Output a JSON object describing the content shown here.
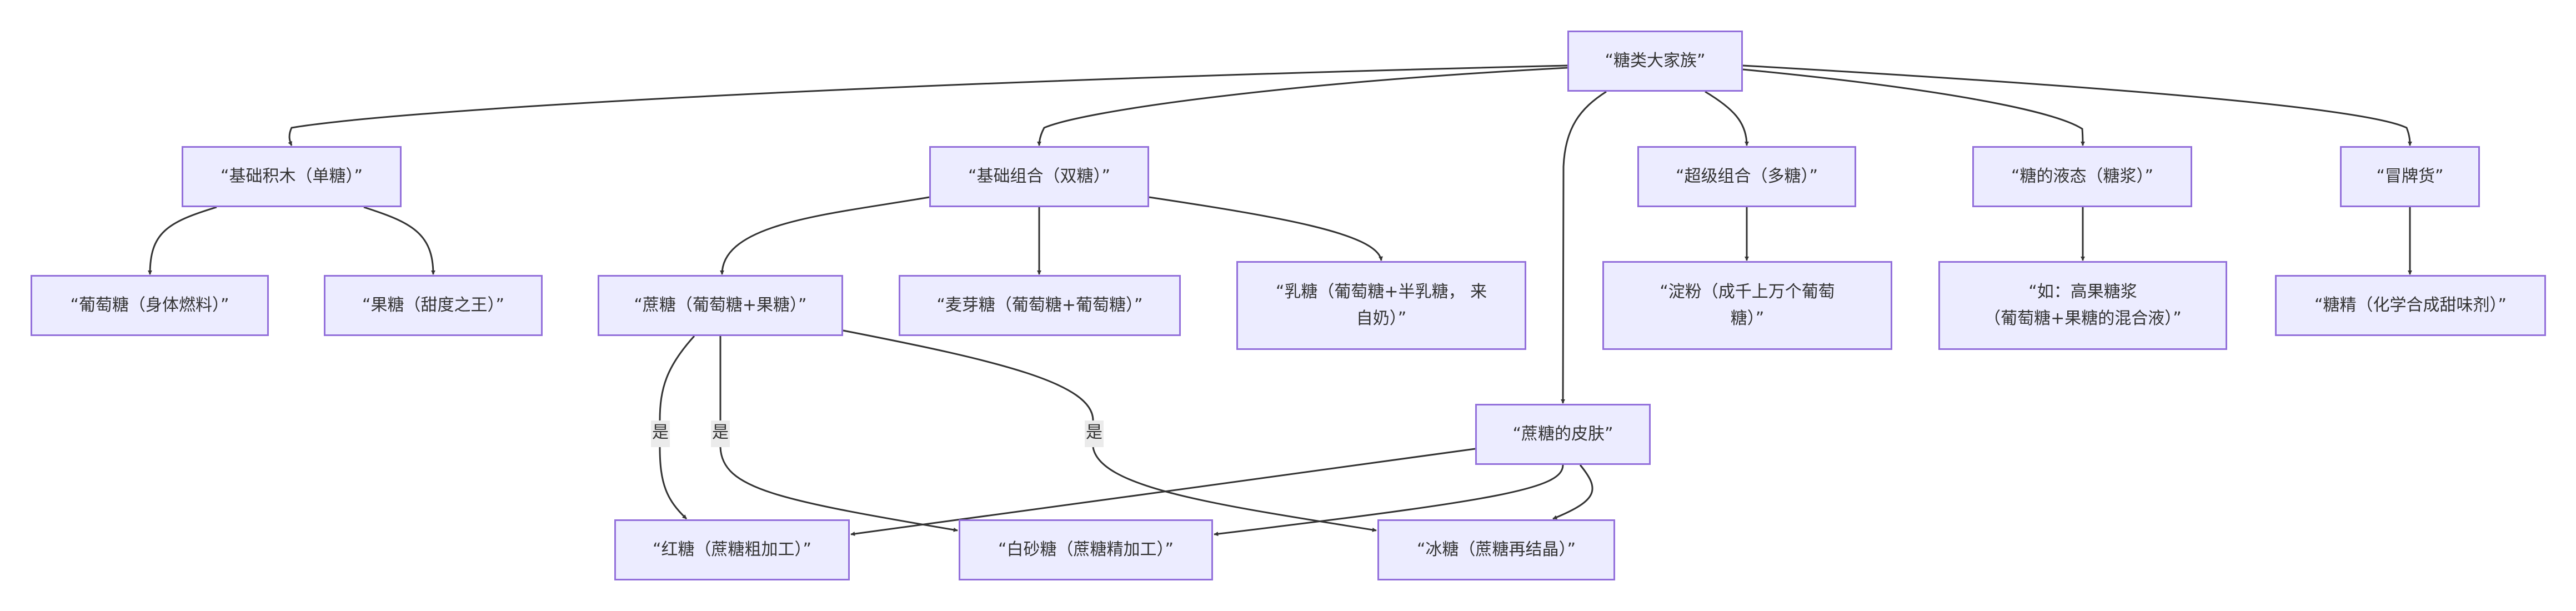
{
  "diagram": {
    "type": "flowchart",
    "nodes": [
      {
        "id": "root",
        "label": "“糖类大家族”"
      },
      {
        "id": "mono",
        "label": "“基础积木（单糖）”"
      },
      {
        "id": "di",
        "label": "“基础组合（双糖）”"
      },
      {
        "id": "poly",
        "label": "“超级组合（多糖）”"
      },
      {
        "id": "syrup",
        "label": "“糖的液态（糖浆）”"
      },
      {
        "id": "fake",
        "label": "“冒牌货”"
      },
      {
        "id": "glucose",
        "label": "“葡萄糖（身体燃料）”"
      },
      {
        "id": "fructose",
        "label": "“果糖（甜度之王）”"
      },
      {
        "id": "sucrose",
        "label": "“蔗糖（葡萄糖+果糖）”"
      },
      {
        "id": "maltose",
        "label": "“麦芽糖（葡萄糖+葡萄糖）”"
      },
      {
        "id": "lactose",
        "label": "“乳糖（葡萄糖+半乳糖， 来自奶）”"
      },
      {
        "id": "starch",
        "label": "“淀粉（成千上万个葡萄糖）”"
      },
      {
        "id": "hfcs",
        "label": "“如：高果糖浆（葡萄糖+果糖的混合液）”"
      },
      {
        "id": "saccharin",
        "label": "“糖精（化学合成甜味剂）”"
      },
      {
        "id": "skin",
        "label": "“蔗糖的皮肤”"
      },
      {
        "id": "brown",
        "label": "“红糖（蔗糖粗加工）”"
      },
      {
        "id": "white",
        "label": "“白砂糖（蔗糖精加工）”"
      },
      {
        "id": "rock",
        "label": "“冰糖（蔗糖再结晶）”"
      }
    ],
    "node_lines": {
      "lactose": [
        "“乳糖（葡萄糖+半乳糖， 来",
        "自奶）”"
      ],
      "starch": [
        "“淀粉（成千上万个葡萄",
        "糖）”"
      ],
      "hfcs": [
        "“如：高果糖浆",
        "（葡萄糖+果糖的混合液）”"
      ]
    },
    "edges": [
      {
        "from": "root",
        "to": "mono",
        "label": ""
      },
      {
        "from": "root",
        "to": "di",
        "label": ""
      },
      {
        "from": "root",
        "to": "poly",
        "label": ""
      },
      {
        "from": "root",
        "to": "syrup",
        "label": ""
      },
      {
        "from": "root",
        "to": "fake",
        "label": ""
      },
      {
        "from": "root",
        "to": "skin",
        "label": ""
      },
      {
        "from": "mono",
        "to": "glucose",
        "label": ""
      },
      {
        "from": "mono",
        "to": "fructose",
        "label": ""
      },
      {
        "from": "di",
        "to": "sucrose",
        "label": ""
      },
      {
        "from": "di",
        "to": "maltose",
        "label": ""
      },
      {
        "from": "di",
        "to": "lactose",
        "label": ""
      },
      {
        "from": "poly",
        "to": "starch",
        "label": ""
      },
      {
        "from": "syrup",
        "to": "hfcs",
        "label": ""
      },
      {
        "from": "fake",
        "to": "saccharin",
        "label": ""
      },
      {
        "from": "sucrose",
        "to": "brown",
        "label": "是"
      },
      {
        "from": "sucrose",
        "to": "white",
        "label": "是"
      },
      {
        "from": "sucrose",
        "to": "rock",
        "label": "是"
      },
      {
        "from": "skin",
        "to": "brown",
        "label": ""
      },
      {
        "from": "skin",
        "to": "white",
        "label": ""
      },
      {
        "from": "skin",
        "to": "rock",
        "label": ""
      }
    ],
    "colors": {
      "node_fill": "#ECECFF",
      "node_stroke": "#9370DB",
      "edge": "#333333",
      "text": "#333333",
      "edge_label_bg": "#E8E8E8"
    }
  }
}
